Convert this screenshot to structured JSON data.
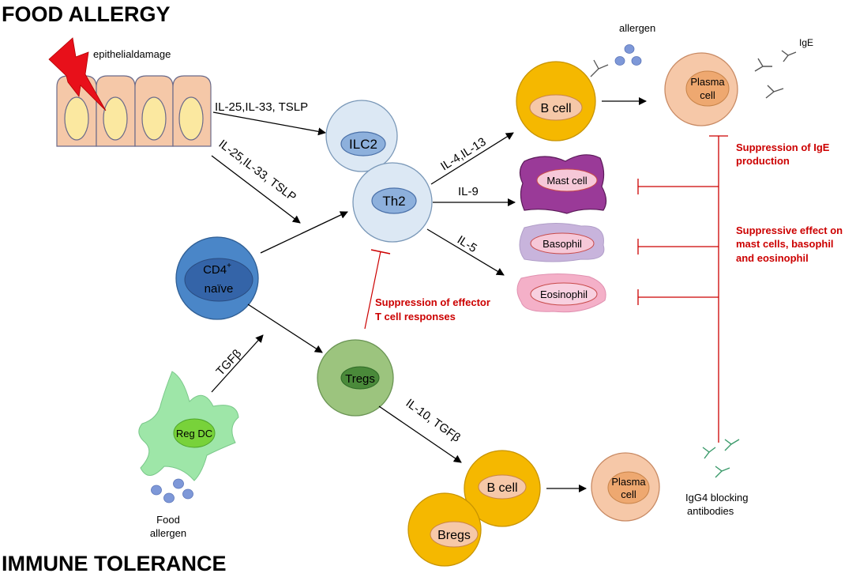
{
  "headings": {
    "top": "FOOD ALLERGY",
    "bottom": "IMMUNE TOLERANCE"
  },
  "labels": {
    "epithelial": "epithelialdamage",
    "allergen": "allergen",
    "ige": "IgE",
    "il_path1": "IL-25,IL-33, TSLP",
    "il_path2": "IL-25,IL-33, TSLP",
    "il4": "IL-4,IL-13",
    "il9": "IL-9",
    "il5": "IL-5",
    "tgfb": "TGFβ",
    "il10": "IL-10, TGFβ",
    "food1": "Food",
    "food2": "allergen",
    "igg4_1": "IgG4 blocking",
    "igg4_2": "antibodies"
  },
  "cells": {
    "ilc2": "ILC2",
    "th2": "Th2",
    "cd4_1": "CD4",
    "cd4_sup": "+",
    "cd4_2": "naïve",
    "tregs": "Tregs",
    "regdc": "Reg DC",
    "bcell_top": "B cell",
    "plasma_top_1": "Plasma",
    "plasma_top_2": "cell",
    "mast": "Mast cell",
    "basophil": "Basophil",
    "eosinophil": "Eosinophil",
    "bcell_bottom": "B cell",
    "bregs": "Bregs",
    "plasma_bottom_1": "Plasma",
    "plasma_bottom_2": "cell"
  },
  "suppression": {
    "ige_1": "Suppression of IgE",
    "ige_2": "production",
    "cells_1": "Suppressive effect on",
    "cells_2": "mast cells, basophil",
    "cells_3": "and eosinophil",
    "effector_1": "Suppression of effector",
    "effector_2": "T cell responses"
  },
  "colors": {
    "suppression": "#cc0000",
    "epithelium": "#f5c8a8",
    "nucleus": "#fbe8a0",
    "lightblue": "#dce8f4",
    "cd4": "#4a86c8",
    "tregs": "#9cc47e",
    "bcell": "#f5b800",
    "plasma": "#f6c8a8",
    "mast": "#9a3a98",
    "basophil": "#c8b4dc",
    "eosinophil": "#f4b0c8",
    "regdc": "#9ee6a8",
    "antigen": "#7e98d8"
  }
}
